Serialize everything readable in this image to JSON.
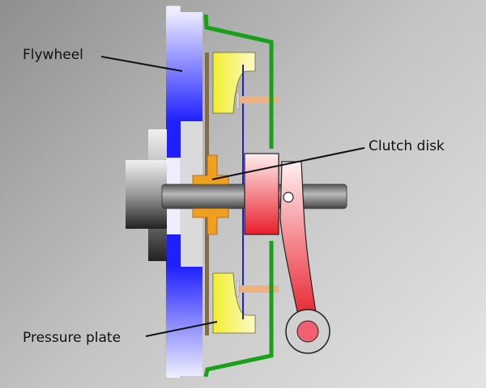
{
  "title": "Clutch diagram",
  "labels": {
    "flywheel": "Flywheel",
    "clutch_disk": "Clutch disk",
    "pressure_plate": "Pressure plate"
  },
  "colors": {
    "flywheel": "#3a3aff",
    "cover": "#1fa01f",
    "pressure_plate": "#f5f03a",
    "hub": "#f0a020",
    "bearing": "#e8303a"
  }
}
